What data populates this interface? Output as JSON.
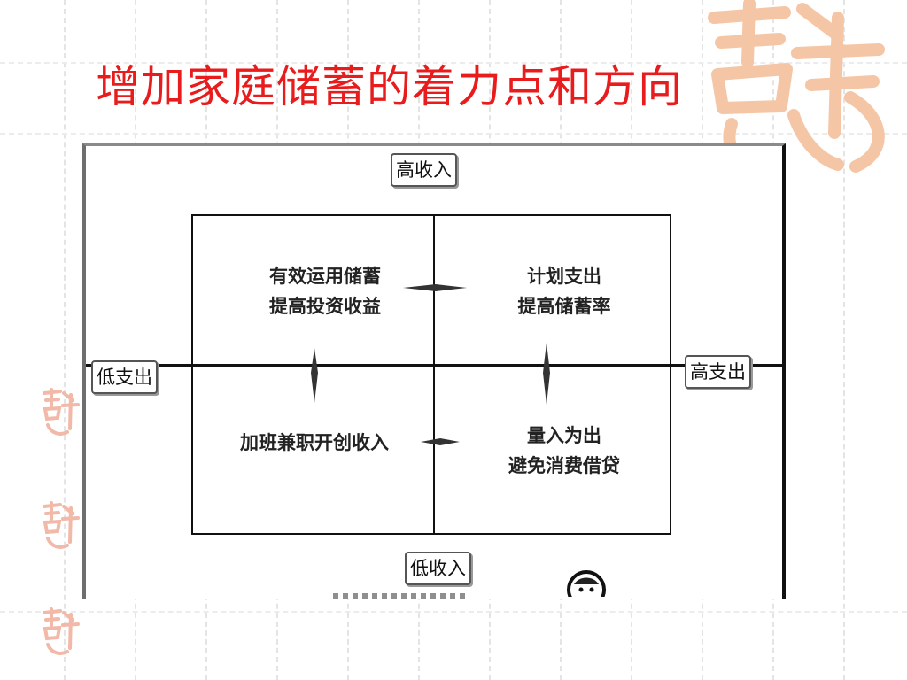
{
  "slide": {
    "title": "增加家庭储蓄的着力点和方向"
  },
  "diagram": {
    "axis_labels": {
      "top": "高收入",
      "bottom": "低收入",
      "left": "低支出",
      "right": "高支出"
    },
    "quadrants": {
      "top_left": [
        "有效运用储蓄",
        "提高投资收益"
      ],
      "top_right": [
        "计划支出",
        "提高储蓄率"
      ],
      "bottom_left": [
        "加班兼职开创收入"
      ],
      "bottom_right": [
        "量入为出",
        "避免消费借贷"
      ]
    }
  },
  "colors": {
    "title": "#e81c1c",
    "seal": "#f5c6a5",
    "seal_small": "#f2b8a8"
  },
  "icons": {
    "seal": "decorative-calligraphy-seal-icon",
    "smiley": "smiley-face-icon"
  }
}
